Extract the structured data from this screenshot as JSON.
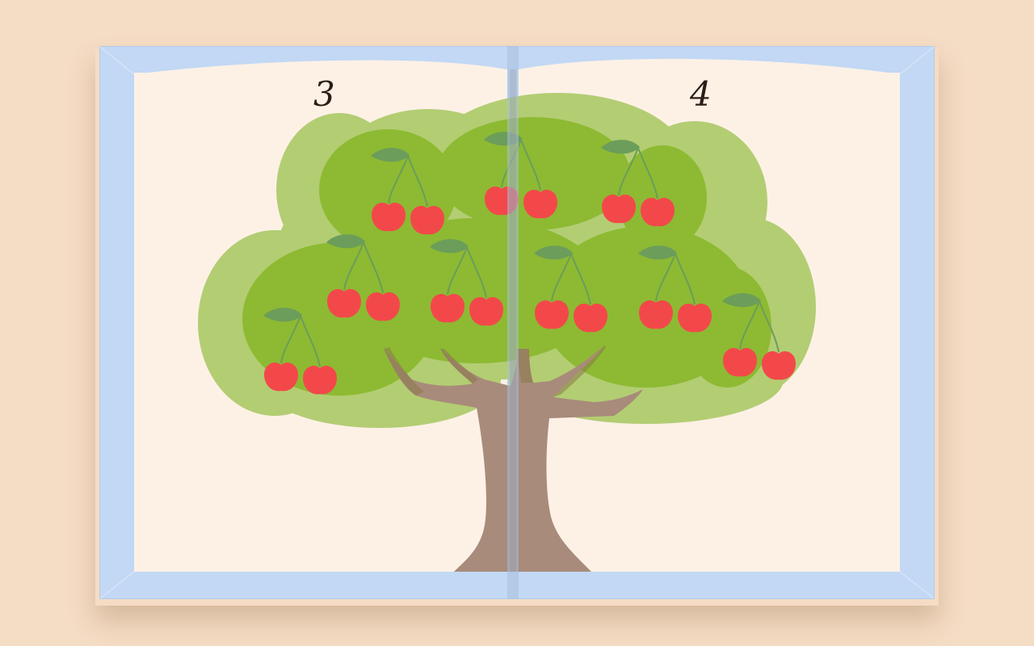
{
  "book": {
    "left_page_number": "3",
    "right_page_number": "4"
  },
  "tree": {
    "cherry_pair_count": 9,
    "colors": {
      "foliage_light": "#b3cd73",
      "foliage_dark": "#8dba32",
      "trunk": "#a88b7a",
      "cherry": "#f3484a",
      "leaf": "#6c9d5a",
      "stem": "#6c9d5a"
    }
  },
  "colors": {
    "background": "#f5dcc4",
    "cover": "#c2d8f4",
    "page": "#fdf1e6",
    "spine": "#b0c8e6"
  }
}
